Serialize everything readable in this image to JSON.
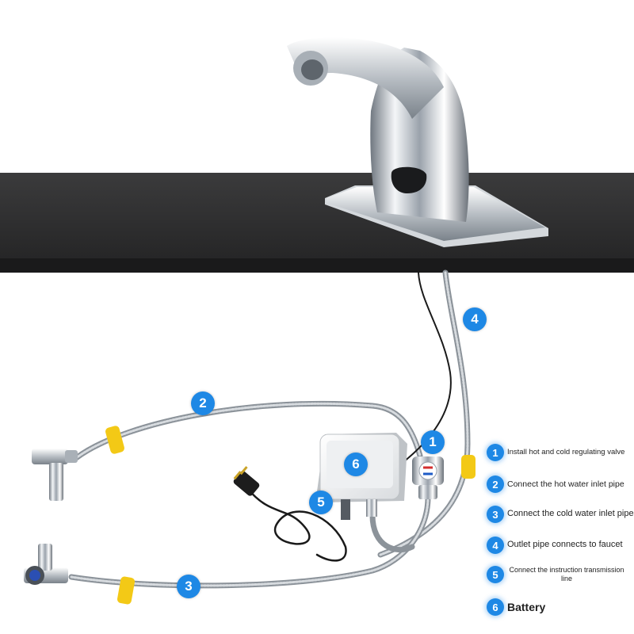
{
  "callouts": [
    "1",
    "2",
    "3",
    "4",
    "5",
    "6"
  ],
  "legend": [
    {
      "num": "1",
      "text": "Install hot and cold regulating valve"
    },
    {
      "num": "2",
      "text": "Connect the hot water inlet pipe"
    },
    {
      "num": "3",
      "text": "Connect the cold water inlet pipe"
    },
    {
      "num": "4",
      "text": "Outlet pipe connects to faucet"
    },
    {
      "num": "5",
      "text": "Connect the instruction transmission line"
    },
    {
      "num": "6",
      "text": "Battery"
    }
  ],
  "colors": {
    "accent": "#1e88e5",
    "countertop": "#2f2f30",
    "clamp": "#f3c916"
  }
}
